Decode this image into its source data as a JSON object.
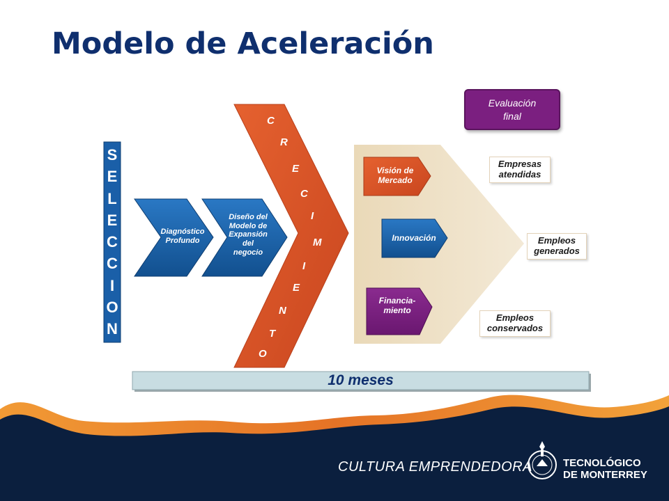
{
  "title": "Modelo de Aceleración",
  "seleccion": {
    "letters": [
      "S",
      "E",
      "L",
      "E",
      "C",
      "C",
      "I",
      "O",
      "N"
    ]
  },
  "crecimiento": {
    "letters": [
      "C",
      "R",
      "E",
      "C",
      "I",
      "M",
      "I",
      "E",
      "N",
      "T",
      "O"
    ]
  },
  "steps": {
    "diagnostico": "Diagnóstico\nProfundo",
    "diseno": "Diseño del\nModelo de\nExpansión\ndel\nnegocio"
  },
  "services": {
    "vision": "Visión de\nMercado",
    "innovacion": "Innovación",
    "financiamiento": "Financia-\nmiento"
  },
  "evaluation": {
    "line1": "Evaluación",
    "line2": "final"
  },
  "outcomes": {
    "empresas": "Empresas\natendidas",
    "empleos_generados": "Empleos\ngenerados",
    "empleos_conservados": "Empleos\nconservados"
  },
  "timeline": "10 meses",
  "footer": {
    "tagline": "CULTURA EMPRENDEDORA",
    "brand_line1": "TECNOLÓGICO",
    "brand_line2": "DE MONTERREY"
  },
  "colors": {
    "title": "#0f2f6e",
    "blue": "#1a5fa8",
    "orange": "#d9532a",
    "purple": "#7b1f80",
    "beige": "#efe2c8",
    "timebar": "#c8dde2",
    "footer_navy": "#0b1f3e",
    "footer_orange": "#e8762a"
  }
}
